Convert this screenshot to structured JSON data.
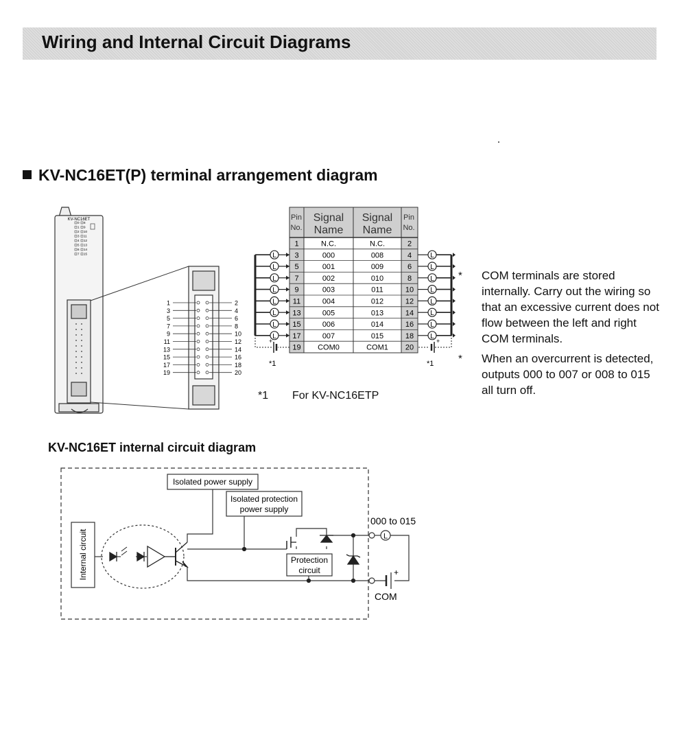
{
  "page": {
    "title": "Wiring and Internal Circuit Diagrams",
    "section_title": "KV-NC16ET(P) terminal arrangement diagram",
    "internal_title": "KV-NC16ET internal circuit diagram"
  },
  "device": {
    "model_label": "KV-NC16ET",
    "led_labels": [
      [
        "0",
        "8"
      ],
      [
        "1",
        "9"
      ],
      [
        "2",
        "10"
      ],
      [
        "3",
        "11"
      ],
      [
        "4",
        "12"
      ],
      [
        "5",
        "13"
      ],
      [
        "6",
        "14"
      ],
      [
        "7",
        "15"
      ]
    ],
    "left_pins": [
      "1",
      "3",
      "5",
      "7",
      "9",
      "11",
      "13",
      "15",
      "17",
      "19"
    ],
    "right_pins": [
      "2",
      "4",
      "6",
      "8",
      "10",
      "12",
      "14",
      "16",
      "18",
      "20"
    ]
  },
  "table": {
    "headers": {
      "pin_no": [
        "Pin",
        "No."
      ],
      "signal_name": [
        "Signal",
        "Name"
      ]
    },
    "rows": [
      {
        "left_pin": "1",
        "left_signal": "N.C.",
        "right_signal": "N.C.",
        "right_pin": "2"
      },
      {
        "left_pin": "3",
        "left_signal": "000",
        "right_signal": "008",
        "right_pin": "4"
      },
      {
        "left_pin": "5",
        "left_signal": "001",
        "right_signal": "009",
        "right_pin": "6"
      },
      {
        "left_pin": "7",
        "left_signal": "002",
        "right_signal": "010",
        "right_pin": "8"
      },
      {
        "left_pin": "9",
        "left_signal": "003",
        "right_signal": "011",
        "right_pin": "10"
      },
      {
        "left_pin": "11",
        "left_signal": "004",
        "right_signal": "012",
        "right_pin": "12"
      },
      {
        "left_pin": "13",
        "left_signal": "005",
        "right_signal": "013",
        "right_pin": "14"
      },
      {
        "left_pin": "15",
        "left_signal": "006",
        "right_signal": "014",
        "right_pin": "16"
      },
      {
        "left_pin": "17",
        "left_signal": "007",
        "right_signal": "015",
        "right_pin": "18"
      },
      {
        "left_pin": "19",
        "left_signal": "COM0",
        "right_signal": "COM1",
        "right_pin": "20"
      }
    ],
    "load_symbol": "L",
    "footnote_ref": "*1",
    "plus_sign": "+"
  },
  "notes": [
    {
      "mark": "*",
      "text": "COM terminals are stored internally. Carry out the wiring so that an excessive current does not flow between the left and right COM terminals."
    },
    {
      "mark": "*",
      "text": "When an overcurrent is detected, outputs 000 to 007 or 008 to 015 all turn off."
    }
  ],
  "footnote": {
    "mark": "*1",
    "text": "For KV-NC16ETP"
  },
  "circuit": {
    "internal_circuit": "Internal circuit",
    "isolated_power_supply": "Isolated power supply",
    "isolated_protection_1": "Isolated protection",
    "isolated_protection_2": "power supply",
    "protection_1": "Protection",
    "protection_2": "circuit",
    "output_label": "000 to 015",
    "com_label": "COM",
    "load_symbol": "L",
    "plus_sign": "+"
  }
}
